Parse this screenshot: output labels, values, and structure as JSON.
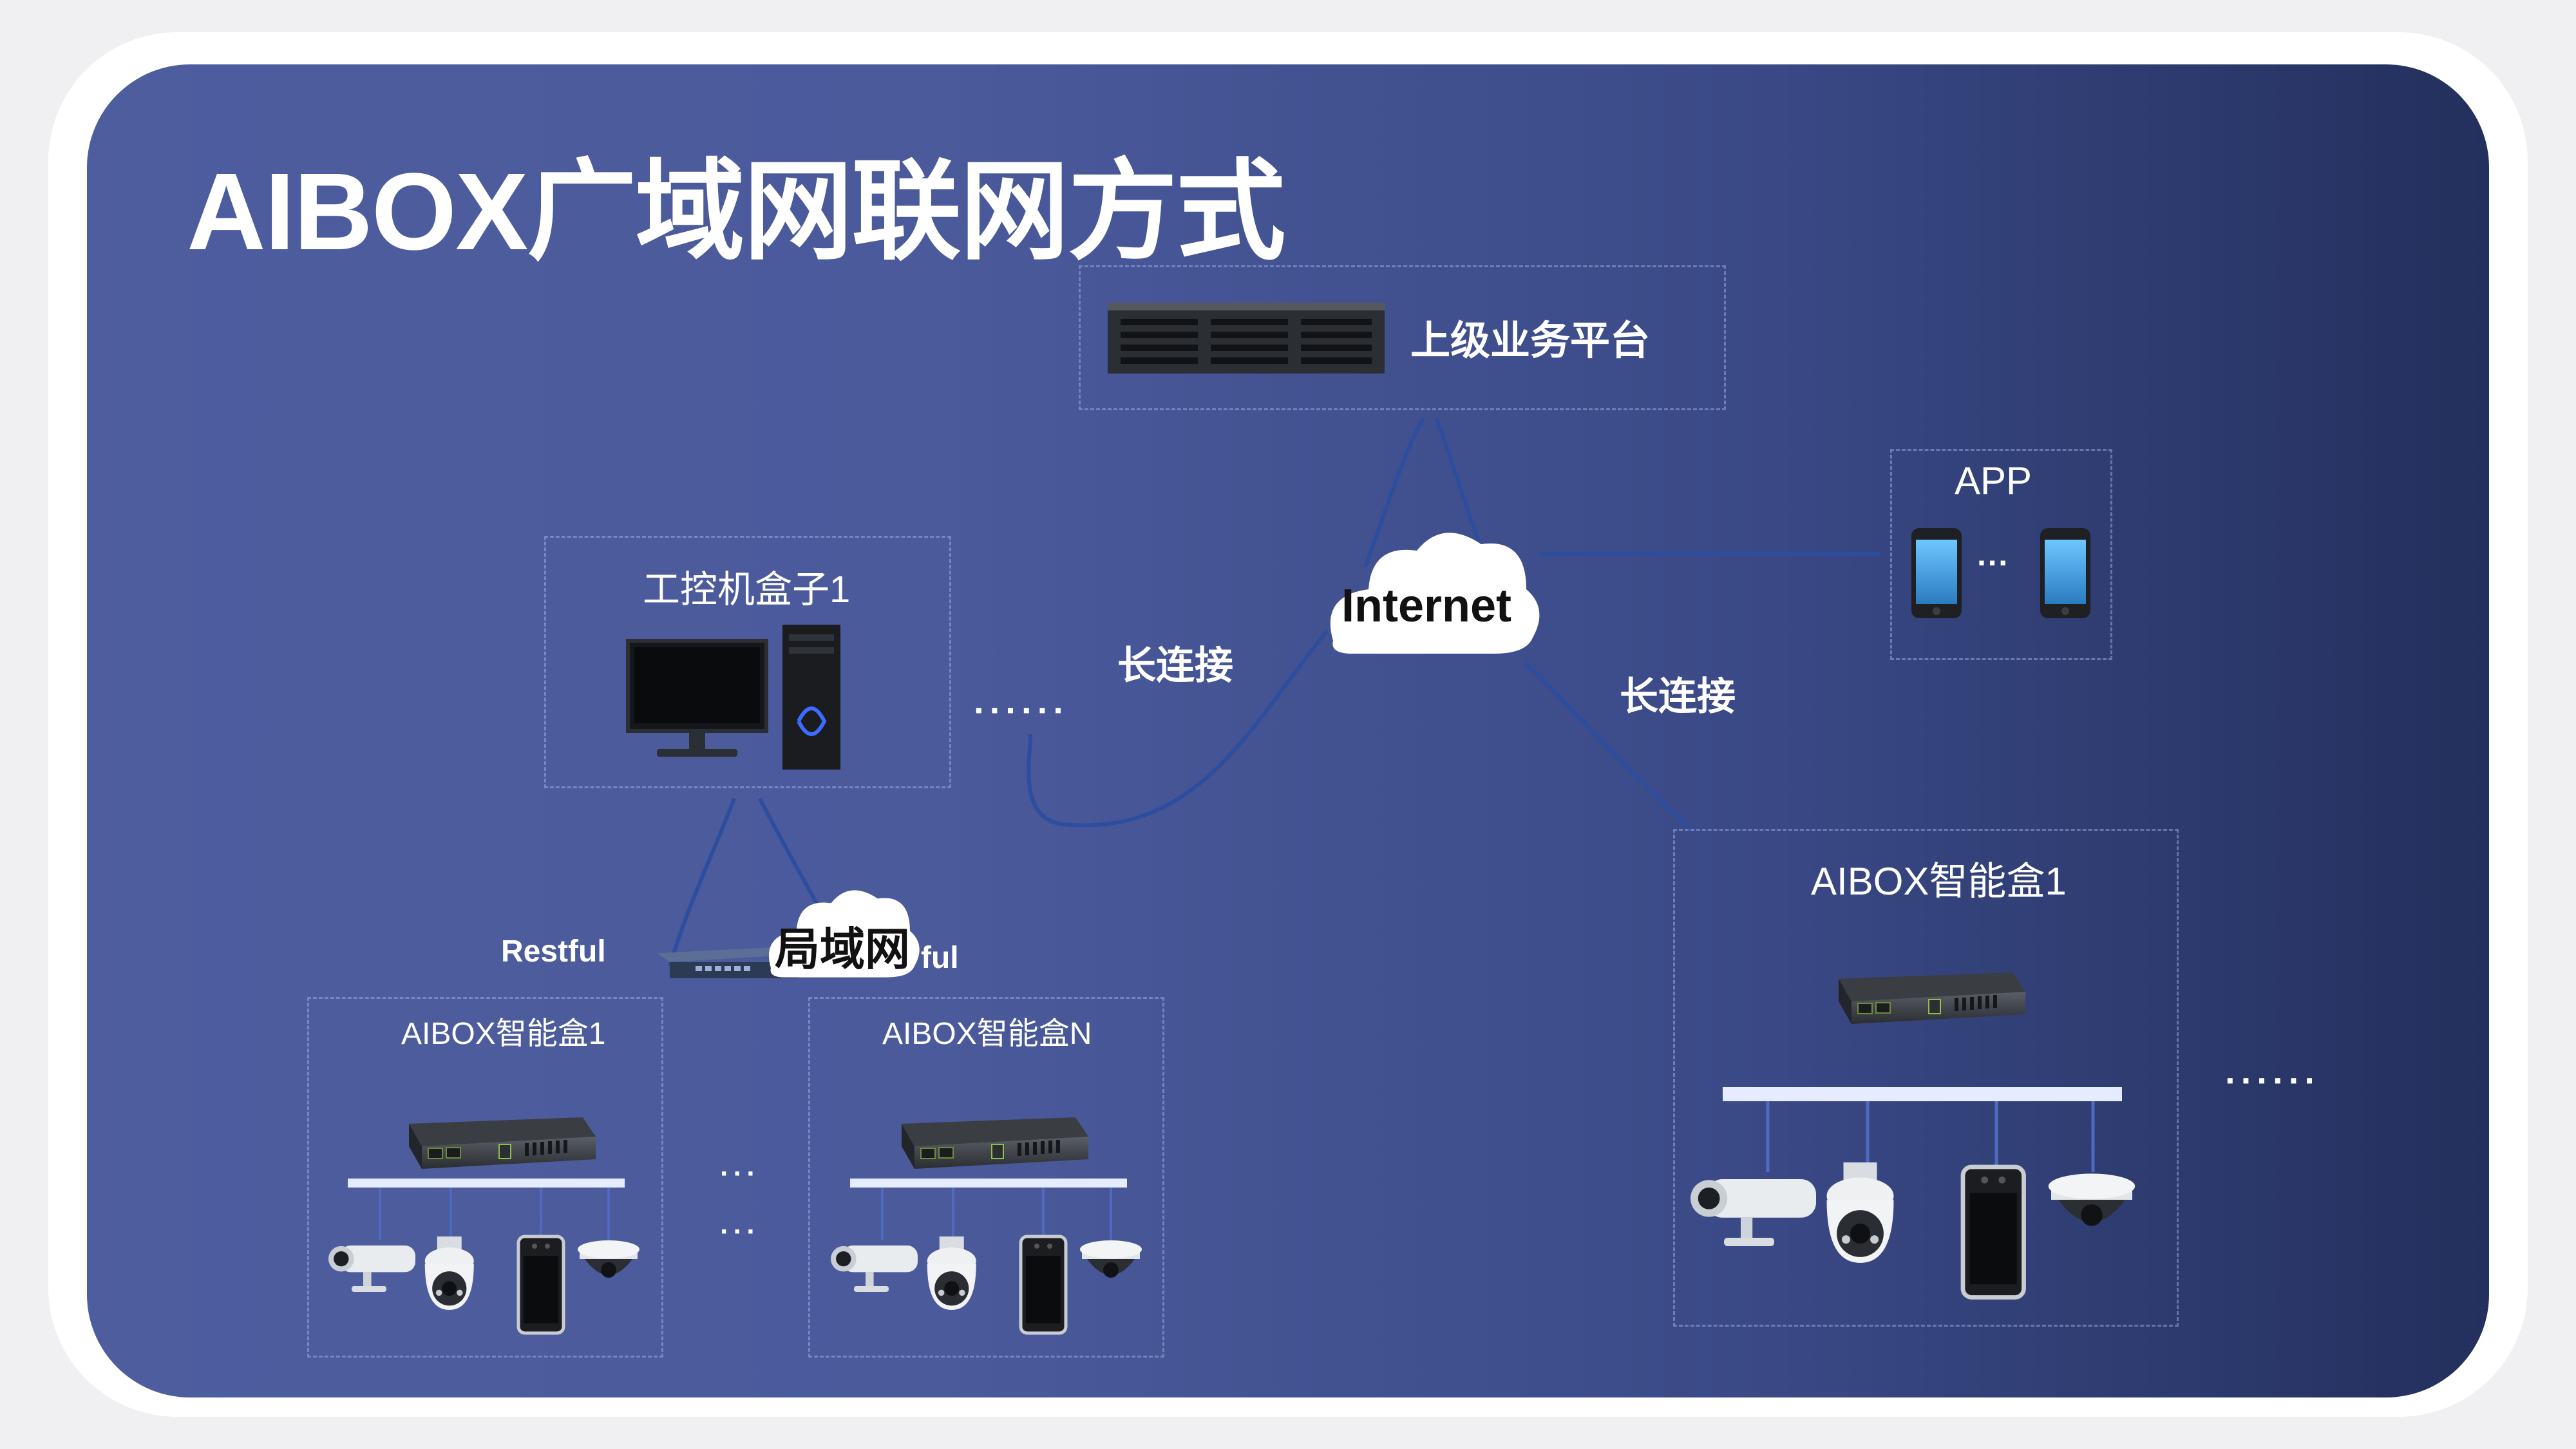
{
  "title": "AIBOX广域网联网方式",
  "platform": {
    "label": "上级业务平台"
  },
  "app": {
    "label": "APP",
    "ellipsis": "···"
  },
  "internet": {
    "label": "Internet"
  },
  "lan": {
    "label": "局域网"
  },
  "long_connection_left": "长连接",
  "long_connection_right": "长连接",
  "ipc": {
    "label": "工控机盒子1"
  },
  "restful_left": "Restful",
  "restful_right": "ful",
  "box_left": {
    "label": "AIBOX智能盒1"
  },
  "box_mid": {
    "label": "AIBOX智能盒N"
  },
  "box_right": {
    "label": "AIBOX智能盒1"
  },
  "dots_ipc": "······",
  "dots_right": "······",
  "dots_lan_1": "···",
  "dots_lan_2": "···",
  "colors": {
    "panel_start": "#4d5d9e",
    "panel_end": "#232f5c",
    "line": "#2b4a9a",
    "bus": "#e6ecff"
  }
}
